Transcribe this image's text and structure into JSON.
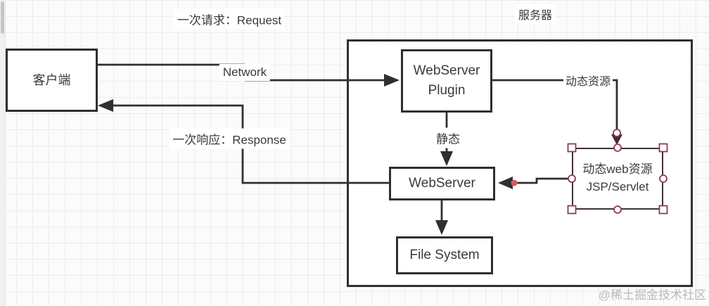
{
  "colors": {
    "line": "#2f2f2f",
    "box_border": "#2f2f2f",
    "selected_border": "#3e3338",
    "selection_handle": "#8c3b4c",
    "selection_arrow": "#4a2b33",
    "endpoint_dot": "#d15a5a",
    "text": "#3a3a3a",
    "watermark": "#b9b9b9",
    "grid_line": "#ececec",
    "canvas_bg": "#fbfbfb"
  },
  "annotations": {
    "request": "一次请求：Request",
    "response": "一次响应：Response",
    "server_title": "服务器",
    "network": "Network",
    "static": "静态",
    "dynamic_resource": "动态资源"
  },
  "nodes": {
    "client": {
      "label": "客户端"
    },
    "webserver_plugin": {
      "label_line1": "WebServer",
      "label_line2": "Plugin"
    },
    "webserver": {
      "label": "WebServer"
    },
    "file_system": {
      "label": "File System"
    },
    "dynamic_web_resource": {
      "label_line1": "动态web资源",
      "label_line2": "JSP/Servlet"
    }
  },
  "watermark": "@稀土掘金技术社区"
}
